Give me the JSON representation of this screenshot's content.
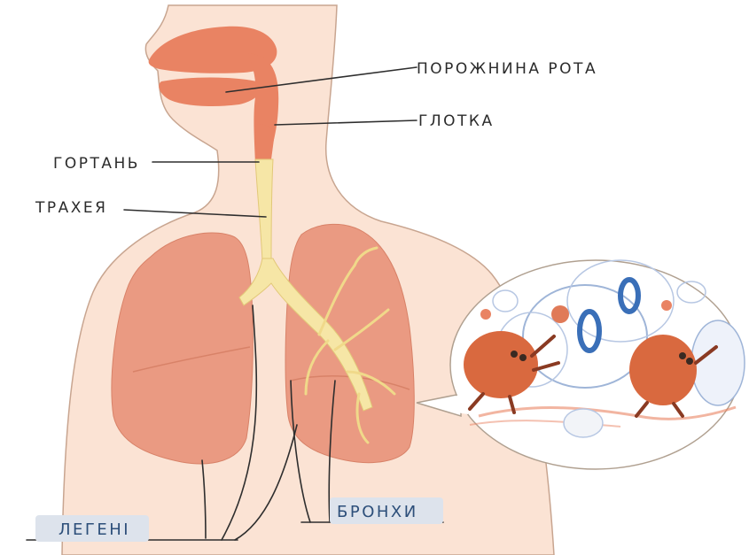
{
  "labels": {
    "mouth": "ПОРОЖНИНА РОТА",
    "pharynx": "ГЛОТКА",
    "larynx": "ГОРТАНЬ",
    "trachea": "ТРАХЕЯ",
    "lungs": "ЛЕГЕНІ",
    "bronchi": "БРОНХИ"
  },
  "colors": {
    "skin": "#fbe3d4",
    "outline": "#c8a590",
    "tissue": "#e98363",
    "lung": "#ea9a82",
    "lung_dark": "#dd7a5e",
    "airway": "#f6e6a6",
    "label_box": "#dde3ec",
    "bubble": "#ffffff",
    "cell": "#d9693f"
  }
}
